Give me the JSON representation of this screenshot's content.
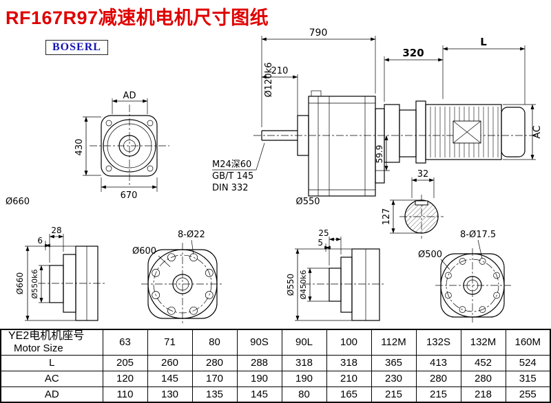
{
  "page": {
    "title": "RF167R97减速机电机尺寸图纸",
    "logo": "BOSERL"
  },
  "dims": {
    "front": {
      "ad": "AD",
      "h430": "430",
      "w670": "670",
      "d660": "Ø660"
    },
    "side": {
      "w790": "790",
      "w210": "210",
      "shaft_dia": "Ø120k6",
      "thread": "M24深60",
      "std1": "GB/T 145",
      "std2": "DIN 332",
      "h599": "59.9",
      "d550": "Ø550"
    },
    "motor": {
      "w320": "320",
      "len": "L",
      "ac": "AC",
      "key": "32",
      "d127": "127"
    },
    "b1": {
      "w28": "28",
      "w6": "6",
      "d660": "Ø660",
      "d550k6": "Ø550k6"
    },
    "b2": {
      "d600": "Ø600",
      "holes": "8-Ø22"
    },
    "b3": {
      "w25": "25",
      "w5": "5",
      "d550": "Ø550",
      "d450k6": "Ø450k6"
    },
    "b4": {
      "d500": "Ø500",
      "holes": "8-Ø17.5"
    }
  },
  "table": {
    "header_cn": "YE2电机机座号",
    "header_en": "Motor Size",
    "sizes": [
      "63",
      "71",
      "80",
      "90S",
      "90L",
      "100",
      "112M",
      "132S",
      "132M",
      "160M"
    ],
    "rows": [
      {
        "label": "L",
        "values": [
          "205",
          "260",
          "280",
          "288",
          "318",
          "318",
          "365",
          "413",
          "452",
          "524"
        ]
      },
      {
        "label": "AC",
        "values": [
          "120",
          "145",
          "170",
          "190",
          "190",
          "210",
          "230",
          "280",
          "280",
          "315"
        ]
      },
      {
        "label": "AD",
        "values": [
          "110",
          "130",
          "135",
          "145",
          "80",
          "165",
          "215",
          "215",
          "218",
          "255"
        ]
      }
    ]
  }
}
